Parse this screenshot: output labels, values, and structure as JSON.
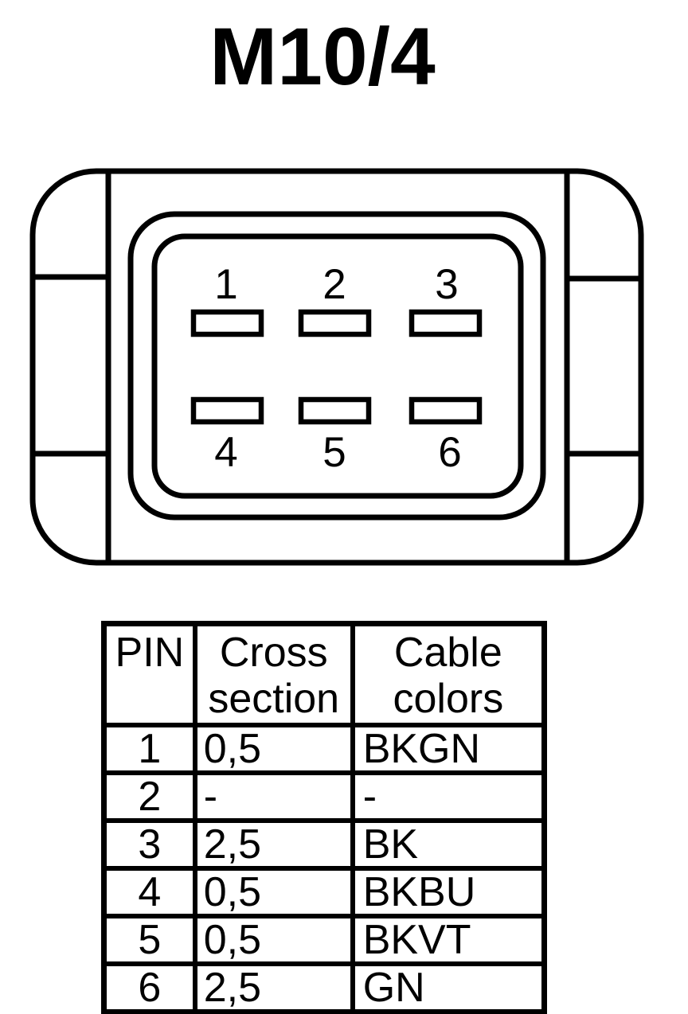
{
  "title": "M10/4",
  "connector": {
    "description": "6-slot connector face, two rows of three rectangular pins",
    "pin_labels": [
      "1",
      "2",
      "3",
      "4",
      "5",
      "6"
    ]
  },
  "table": {
    "header": {
      "pin": "PIN",
      "cross_section": "Cross section",
      "cable_colors": "Cable colors"
    },
    "rows": [
      {
        "pin": "1",
        "cross_section": "0,5",
        "cable_colors": "BKGN"
      },
      {
        "pin": "2",
        "cross_section": "-",
        "cable_colors": "-"
      },
      {
        "pin": "3",
        "cross_section": "2,5",
        "cable_colors": "BK"
      },
      {
        "pin": "4",
        "cross_section": "0,5",
        "cable_colors": "BKBU"
      },
      {
        "pin": "5",
        "cross_section": "0,5",
        "cable_colors": "BKVT"
      },
      {
        "pin": "6",
        "cross_section": "2,5",
        "cable_colors": "GN"
      }
    ]
  },
  "colors": {
    "line": "#000000",
    "background": "#ffffff"
  }
}
